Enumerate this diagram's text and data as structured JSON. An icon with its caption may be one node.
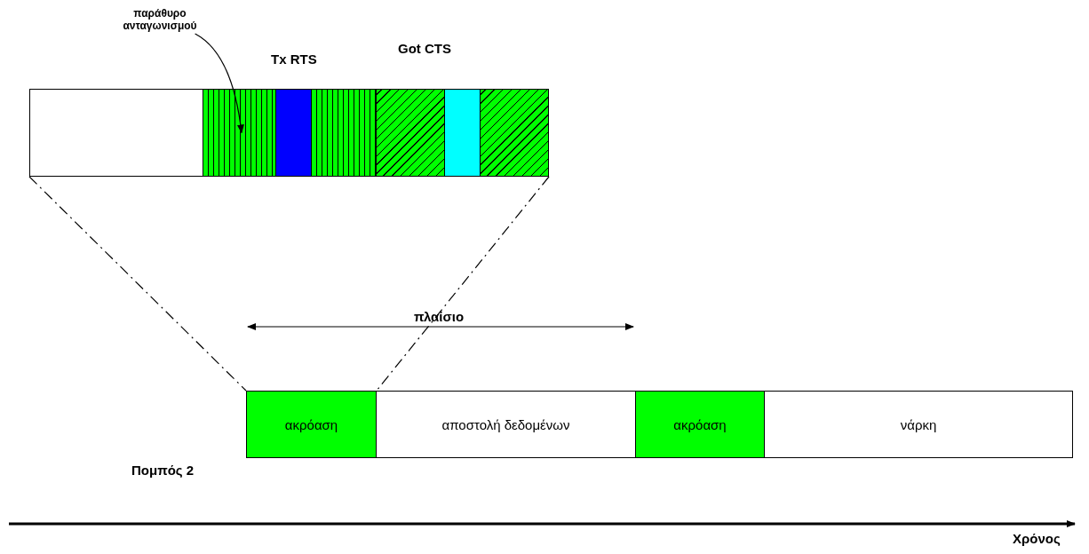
{
  "diagram": {
    "nodes": [
      {
        "text": [],
        "shape": "box"
      },
      {
        "text": [],
        "shape": "box"
      },
      {
        "text": [],
        "shape": "box",
        "beside": [
          "Tx RTS"
        ]
      },
      {
        "text": [],
        "shape": "box"
      },
      {
        "text": [],
        "shape": "box"
      },
      {
        "text": [],
        "shape": "box",
        "beside": [
          "Got CTS"
        ]
      },
      {
        "text": [],
        "shape": "box"
      },
      {
        "text": [
          "ακρόαση"
        ]
      },
      {
        "text": [
          "αποστολή δεδομένων"
        ]
      },
      {
        "text": [
          "ακρόαση"
        ]
      },
      {
        "text": [
          "νάρκη"
        ]
      },
      {
        "text": [
          "παράθυρο ανταγωνισμού"
        ]
      }
    ],
    "edges": [
      {
        "from": 11,
        "to": 1,
        "arrow": "to"
      },
      {
        "from": 0,
        "to": 7,
        "arrow": "none",
        "style": "dashed"
      },
      {
        "from": 6,
        "to": 7,
        "arrow": "none",
        "style": "dashed"
      }
    ],
    "labels": [
      "πλαίσιο",
      "Πομπός 2",
      "Χρόνος"
    ]
  }
}
